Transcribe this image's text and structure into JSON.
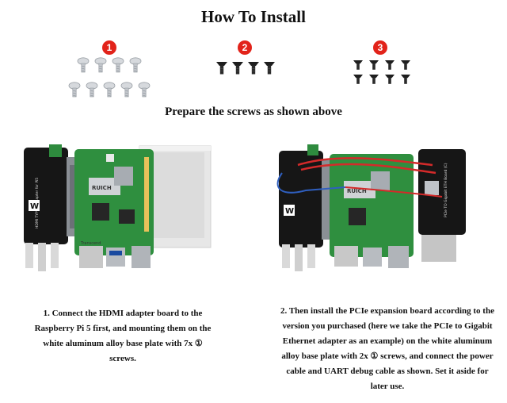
{
  "header": {
    "title": "How To Install"
  },
  "screw_groups": [
    {
      "number": "1",
      "color": "#c9ccd0",
      "count": 9,
      "label": "silver"
    },
    {
      "number": "2",
      "color": "#1e1e1e",
      "count": 4,
      "label": "black"
    },
    {
      "number": "3",
      "color": "#1e1e1e",
      "count": 8,
      "label": "black"
    }
  ],
  "subtitle": "Prepare the screws as shown above",
  "steps": [
    {
      "caption_lines": [
        "1. Connect the HDMI adapter board to the",
        "Raspberry Pi 5 first, and mounting them on the",
        "white aluminum alloy base plate with 7x ①",
        "screws."
      ]
    },
    {
      "caption_lines": [
        "2. Then install the PCIe expansion board according to the",
        "version you purchased (here we take the PCIe to Gigabit",
        "Ethernet adapter as an example) on the white aluminum",
        "alloy base plate with 2x ① screws, and connect the power",
        "cable and UART debug cable as shown. Set it aside for",
        "later use."
      ]
    }
  ],
  "board_labels": {
    "hdmi_board": "HDMI TYPE C Adapter for Pi5",
    "pcie_board": "PCIe TO Gigabit ETH Board (C)",
    "left_ruich": "RUICH",
    "right_ruich": "RUICH",
    "transcend": "Transcend"
  }
}
